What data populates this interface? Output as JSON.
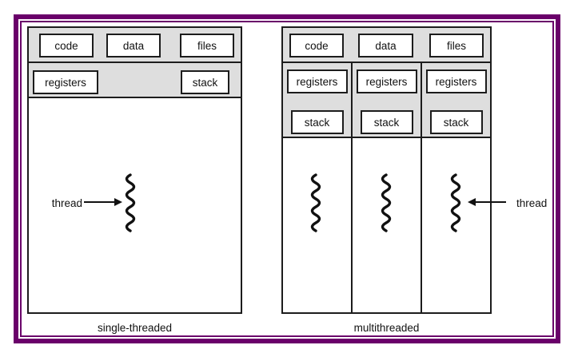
{
  "colors": {
    "frame_purple": "#6a006a",
    "band_gray": "#dedede",
    "line_dark": "#1c1c1c",
    "background": "#ffffff"
  },
  "diagram": {
    "left": {
      "top_row": [
        "code",
        "data",
        "files"
      ],
      "registers_label": "registers",
      "stack_label": "stack",
      "thread_label": "thread",
      "caption": "single-threaded"
    },
    "right": {
      "top_row": [
        "code",
        "data",
        "files"
      ],
      "columns": [
        {
          "registers_label": "registers",
          "stack_label": "stack"
        },
        {
          "registers_label": "registers",
          "stack_label": "stack"
        },
        {
          "registers_label": "registers",
          "stack_label": "stack"
        }
      ],
      "thread_label": "thread",
      "caption": "multithreaded"
    }
  }
}
